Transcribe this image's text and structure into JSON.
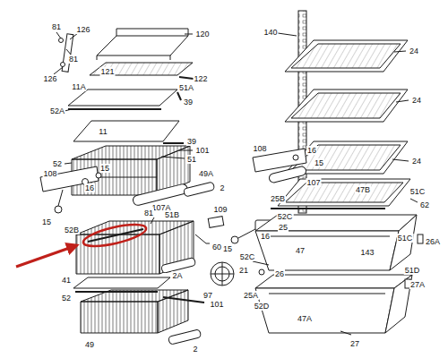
{
  "diagram": {
    "labels": [
      "81",
      "126",
      "120",
      "81",
      "121",
      "122",
      "126",
      "11A",
      "51A",
      "52A",
      "39",
      "11",
      "39",
      "101",
      "51",
      "52",
      "108",
      "15",
      "16",
      "49A",
      "107A",
      "2",
      "15",
      "81",
      "51B",
      "52B",
      "109",
      "60",
      "2A",
      "97",
      "41",
      "52",
      "101",
      "49",
      "2",
      "140",
      "24",
      "24",
      "24",
      "108",
      "16",
      "15",
      "107",
      "47B",
      "25B",
      "51C",
      "62",
      "52C",
      "16",
      "15",
      "25",
      "47",
      "143",
      "51C",
      "26A",
      "52C",
      "21",
      "26",
      "51D",
      "27A",
      "25A",
      "52D",
      "47A",
      "27"
    ]
  }
}
